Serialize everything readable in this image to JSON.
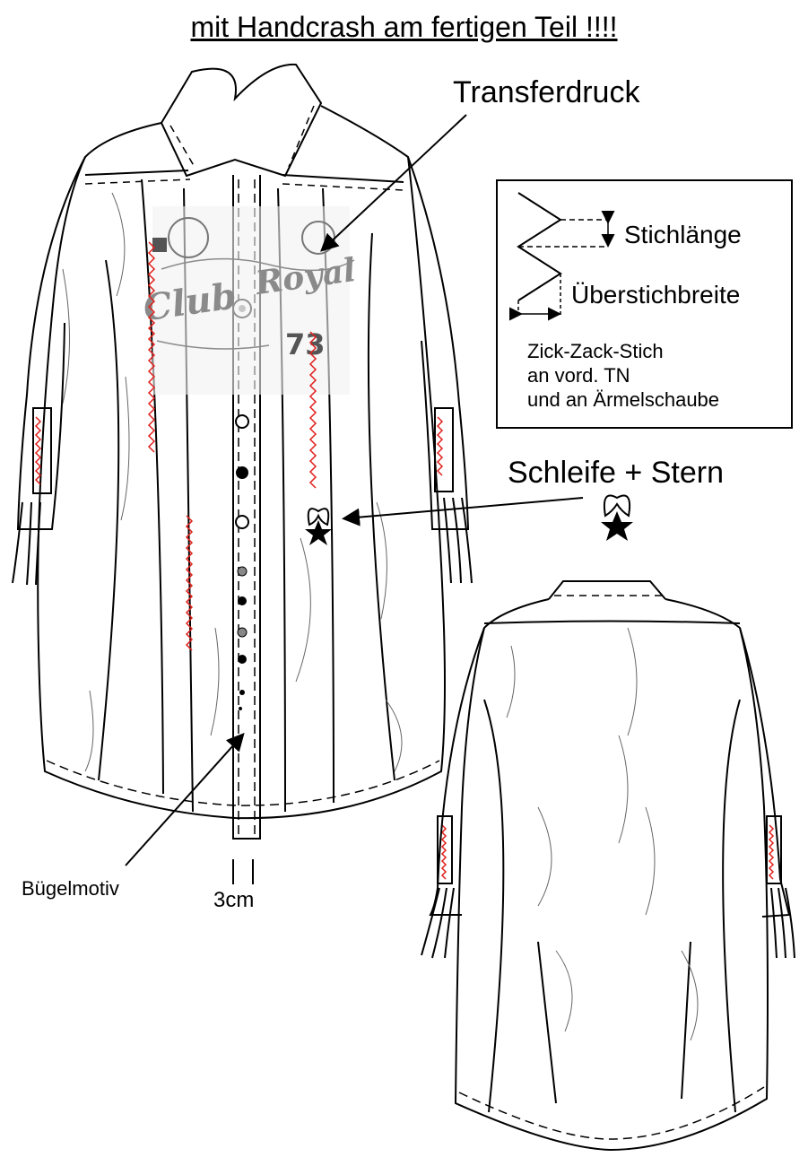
{
  "title": "mit Handcrash am fertigen Teil !!!!",
  "labels": {
    "transfer": "Transferdruck",
    "bow_star": "Schleife + Stern",
    "iron_on": "Bügelmotiv",
    "placket_width": "3cm"
  },
  "legend": {
    "stitch_length": "Stichlänge",
    "stitch_width": "Überstichbreite",
    "note_line1": "Zick-Zack-Stich",
    "note_line2": "an vord. TN",
    "note_line3": "und an Ärmelschaube"
  },
  "print": {
    "word1": "Club",
    "word2": "Royal",
    "number": "73"
  },
  "colors": {
    "line": "#000000",
    "zigzag": "#e0201c",
    "print": "#8a8a8a"
  }
}
